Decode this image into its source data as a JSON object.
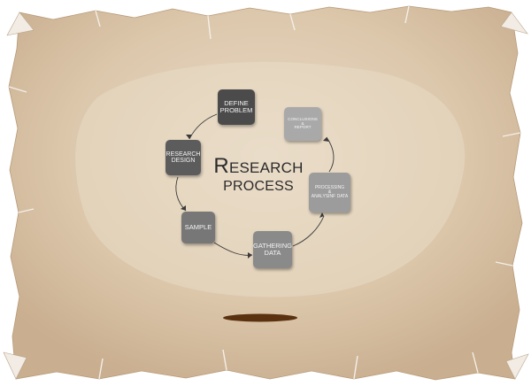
{
  "title": {
    "initial": "R",
    "rest": "ESEARCH",
    "line2": "PROCESS"
  },
  "steps": [
    {
      "label": "DEFINE\nPROBLEM"
    },
    {
      "label": "CONCLUSIONS\n&\nREPORT"
    },
    {
      "label": "RESEARCH\nDESIGN"
    },
    {
      "label": "PROCESSING\n&\nANALYSINF DATA"
    },
    {
      "label": "SAMPLE"
    },
    {
      "label": "GATHERING\nDATA"
    }
  ],
  "colors": {
    "paper": "#d9c4a8",
    "paper_center": "#e6d8c4",
    "paper_edge": "#c6ab8b",
    "text": "#2b2b2b",
    "arrow": "#3a3a3a"
  }
}
